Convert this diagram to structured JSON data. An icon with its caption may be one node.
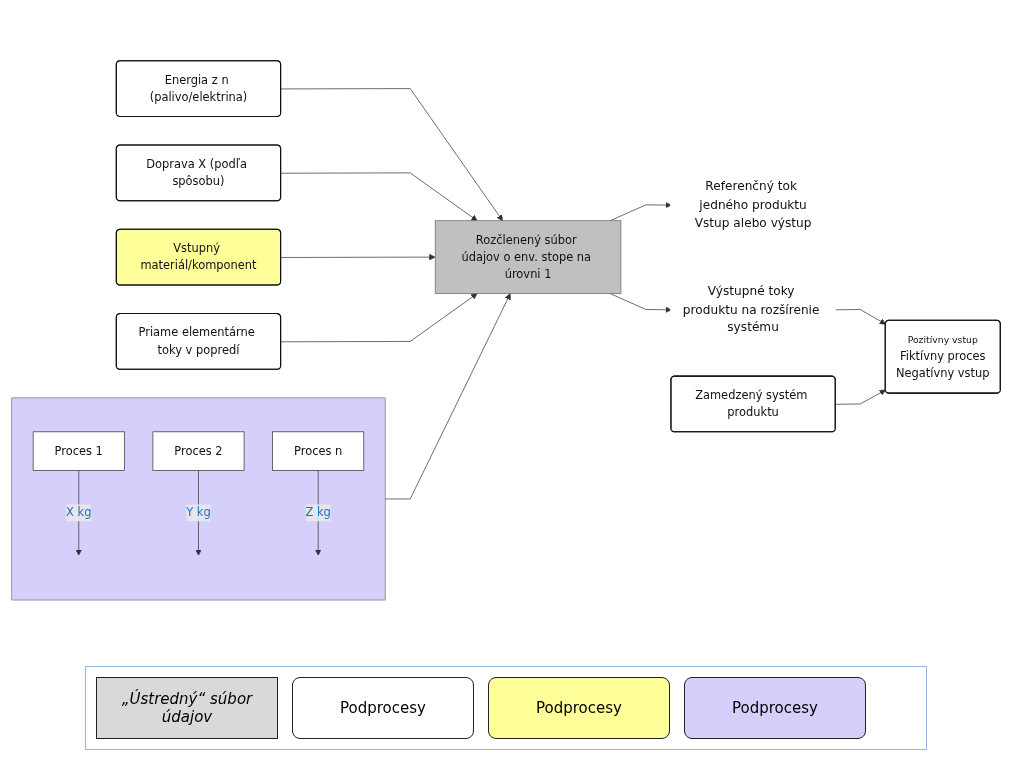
{
  "diagram": {
    "nodes": [
      {
        "text": [
          "Energia z n (palivo/elektrina)"
        ]
      },
      {
        "text": [
          "Doprava X (podľa spôsobu)"
        ]
      },
      {
        "text": [
          "Vstupný materiál/komponent"
        ]
      },
      {
        "text": [],
        "shape": "box"
      },
      {
        "text": [
          "Proces 1"
        ],
        "in": 3
      },
      {
        "text": [
          "Proces 2"
        ],
        "in": 3
      },
      {
        "text": [
          "Proces n"
        ],
        "in": 3
      },
      {
        "text": [
          "Rozčlenený súbor údajov o env. stope na úrovni 1"
        ]
      },
      {
        "text": [
          "Referenčný tok jedného produktu",
          "Vstup alebo výstup"
        ]
      },
      {
        "text": [
          "Výstupné toky produktu na rozšírenie systému"
        ]
      },
      {
        "text": [
          "Pozitívny vstup",
          "Fiktívny proces",
          "Negatívny vstup"
        ]
      },
      {
        "text": [
          "Priame elementárne toky v popredí"
        ]
      },
      {
        "text": [
          "Zamedzený systém produktu"
        ]
      }
    ],
    "edges": [
      {
        "from": 0,
        "to": 7,
        "arrow": "to"
      },
      {
        "from": 1,
        "to": 7,
        "arrow": "to"
      },
      {
        "from": 2,
        "to": 7,
        "arrow": "to"
      },
      {
        "from": 3,
        "to": 7,
        "arrow": "to"
      },
      {
        "from": 4,
        "to": null,
        "arrow": "to",
        "label": "X kg"
      },
      {
        "from": 5,
        "to": null,
        "arrow": "to",
        "label": "Y kg"
      },
      {
        "from": 6,
        "to": null,
        "arrow": "to",
        "label": "Z kg"
      },
      {
        "from": 7,
        "to": 8,
        "arrow": "to"
      },
      {
        "from": 7,
        "to": 9,
        "arrow": "to"
      },
      {
        "from": 9,
        "to": 10,
        "arrow": "to"
      },
      {
        "from": 11,
        "to": 7,
        "arrow": "to"
      },
      {
        "from": 12,
        "to": 10,
        "arrow": "to"
      }
    ],
    "legend": [
      {
        "text": "„Ústredný“ súbor údajov",
        "color": "#d9d9d9"
      },
      {
        "text": "Podprocesy",
        "color": "#ffffff"
      },
      {
        "text": "Podprocesy",
        "color": "#ffff99"
      },
      {
        "text": "Podprocesy",
        "color": "#d4d0fb"
      }
    ]
  }
}
